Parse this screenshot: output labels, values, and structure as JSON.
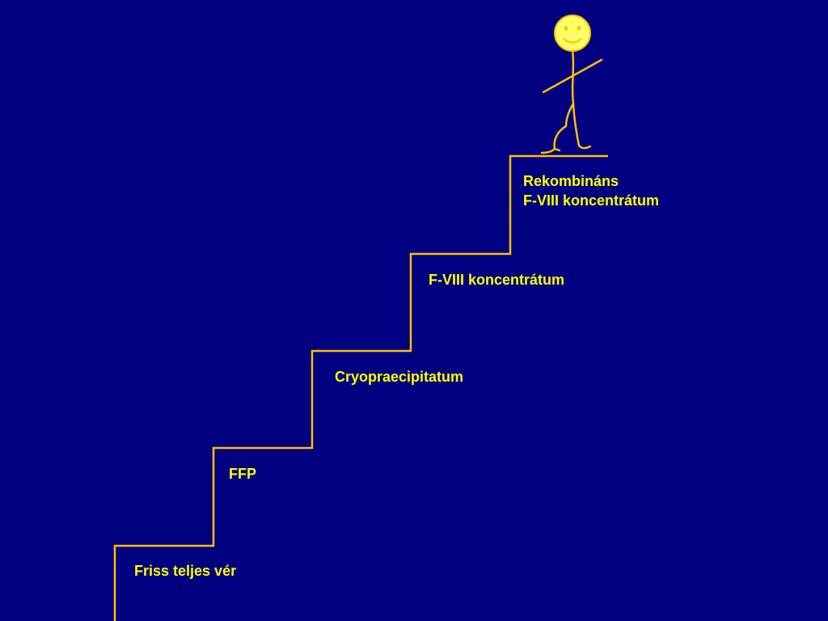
{
  "colors": {
    "background": "#000080",
    "line": "#FFC000",
    "text": "#FFFF00",
    "face_fill": "#FFFF66"
  },
  "steps": [
    {
      "lines": [
        "Friss teljes vér"
      ]
    },
    {
      "lines": [
        "FFP"
      ]
    },
    {
      "lines": [
        "Cryopraecipitatum"
      ]
    },
    {
      "lines": [
        "F-VIII koncentrátum"
      ]
    },
    {
      "lines": [
        "Rekombináns",
        "F-VIII koncentrátum"
      ]
    }
  ],
  "figure": {
    "icon": "smiley-stick-figure-icon"
  }
}
